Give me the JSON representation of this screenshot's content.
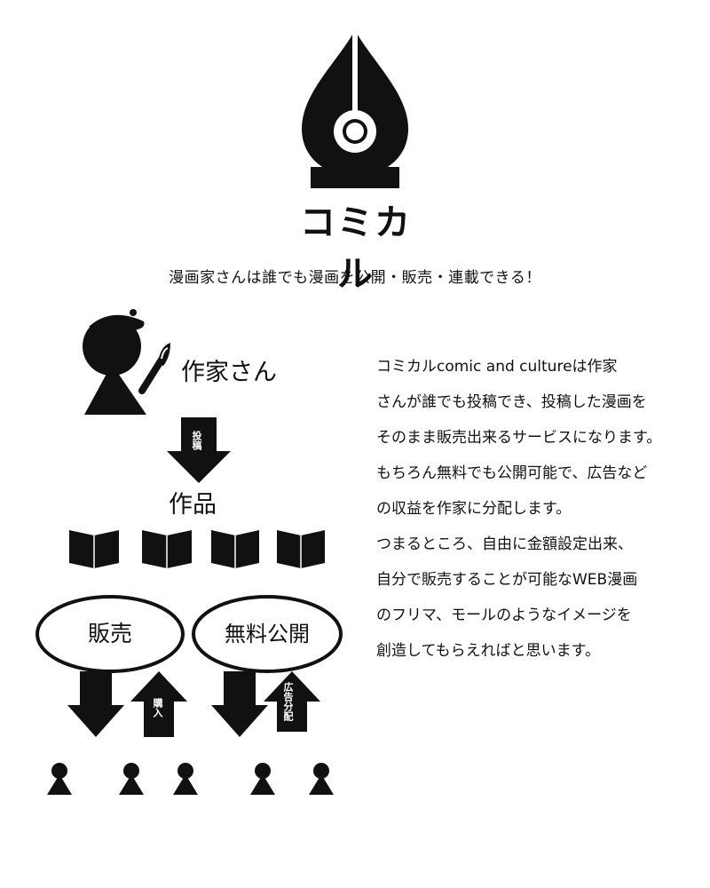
{
  "logo": {
    "brand_text": "コミカル",
    "icon": "pen-nib-icon"
  },
  "tagline": "漫画家さんは誰でも漫画を公開・販売・連載できる！",
  "diagram": {
    "artist_label": "作家さん",
    "post_label": "投稿",
    "works_label": "作品",
    "sell_label": "販売",
    "free_label": "無料公開",
    "buy_label": "購入",
    "ad_share_label": "広告分配"
  },
  "description": {
    "lines": [
      "コミカルcomic and cultureは作家",
      "さんが誰でも投稿でき、投稿した漫画を",
      "そのまま販売出来るサービスになります。",
      "もちろん無料でも公開可能で、広告など",
      "の収益を作家に分配します。",
      "つまるところ、自由に金額設定出来、",
      "自分で販売することが可能なWEB漫画",
      "のフリマ、モールのようなイメージを",
      "創造してもらえればと思います。"
    ]
  }
}
